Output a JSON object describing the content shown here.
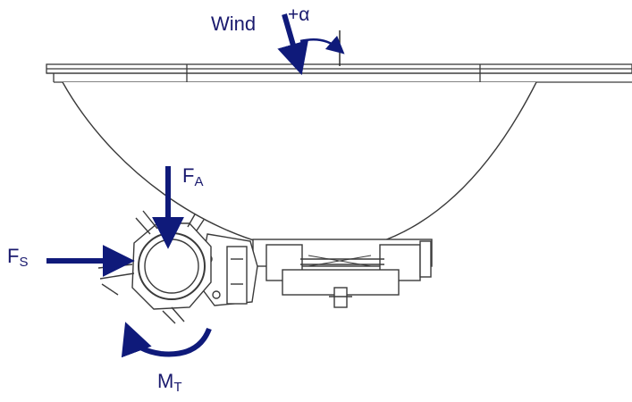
{
  "labels": {
    "wind": "Wind",
    "angle": "+α",
    "axial_force_main": "F",
    "axial_force_sub": "A",
    "side_force_main": "F",
    "side_force_sub": "S",
    "torsion_main": "M",
    "torsion_sub": "T"
  },
  "colors": {
    "arrow": "#0f1a7a",
    "line": "#3a3a3a",
    "label": "#1a1a6e"
  }
}
